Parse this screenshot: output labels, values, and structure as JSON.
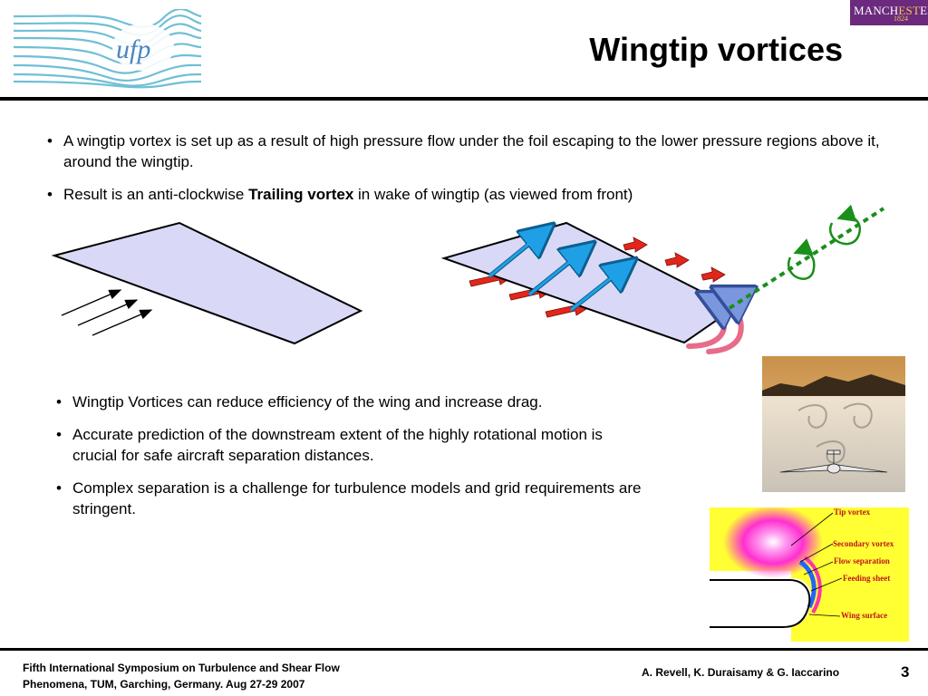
{
  "header": {
    "title": "Wingtip vortices",
    "logo_left_text": "ufp",
    "logo_right": {
      "name_pre": "MANCH",
      "name_est": "EST",
      "name_post": "ER",
      "year": "1824"
    }
  },
  "bullets_top": [
    {
      "text": "A wingtip vortex is set up as a result of high pressure flow under the foil escaping to the lower pressure regions above it, around the wingtip."
    },
    {
      "text_before": "Result is an anti-clockwise ",
      "bold": "Trailing vortex",
      "text_after": " in wake of wingtip (as viewed from front)"
    }
  ],
  "bullets_bottom": [
    "Wingtip Vortices can reduce efficiency of the wing and increase drag.",
    "Accurate prediction of the downstream extent of the highly rotational motion is crucial for safe aircraft separation distances.",
    "Complex separation is a challenge for turbulence models and grid requirements are stringent."
  ],
  "simulation_labels": {
    "tip_vortex": "Tip vortex",
    "secondary_vortex": "Secondary vortex",
    "flow_separation": "Flow separation",
    "feeding_sheet": "Feeding sheet",
    "wing_surface": "Wing surface"
  },
  "footer": {
    "conference_line1": "Fifth International Symposium on Turbulence and Shear Flow",
    "conference_line2": "Phenomena, TUM, Garching, Germany. Aug 27-29 2007",
    "authors": "A. Revell, K. Duraisamy & G. Iaccarino",
    "page_number": "3"
  },
  "colors": {
    "wing_fill": "#d9d9f7",
    "pressure_arrow": "#e3261b",
    "flow_arrow": "#1fa0e6",
    "vortex_arrow_blue": "#7a96dc",
    "vortex_arrow_pink": "#e86b8a",
    "trail_line": "#1a8f1a",
    "trail_vortex": "#1a8f1a",
    "brand_purple": "#6b2a7e"
  }
}
